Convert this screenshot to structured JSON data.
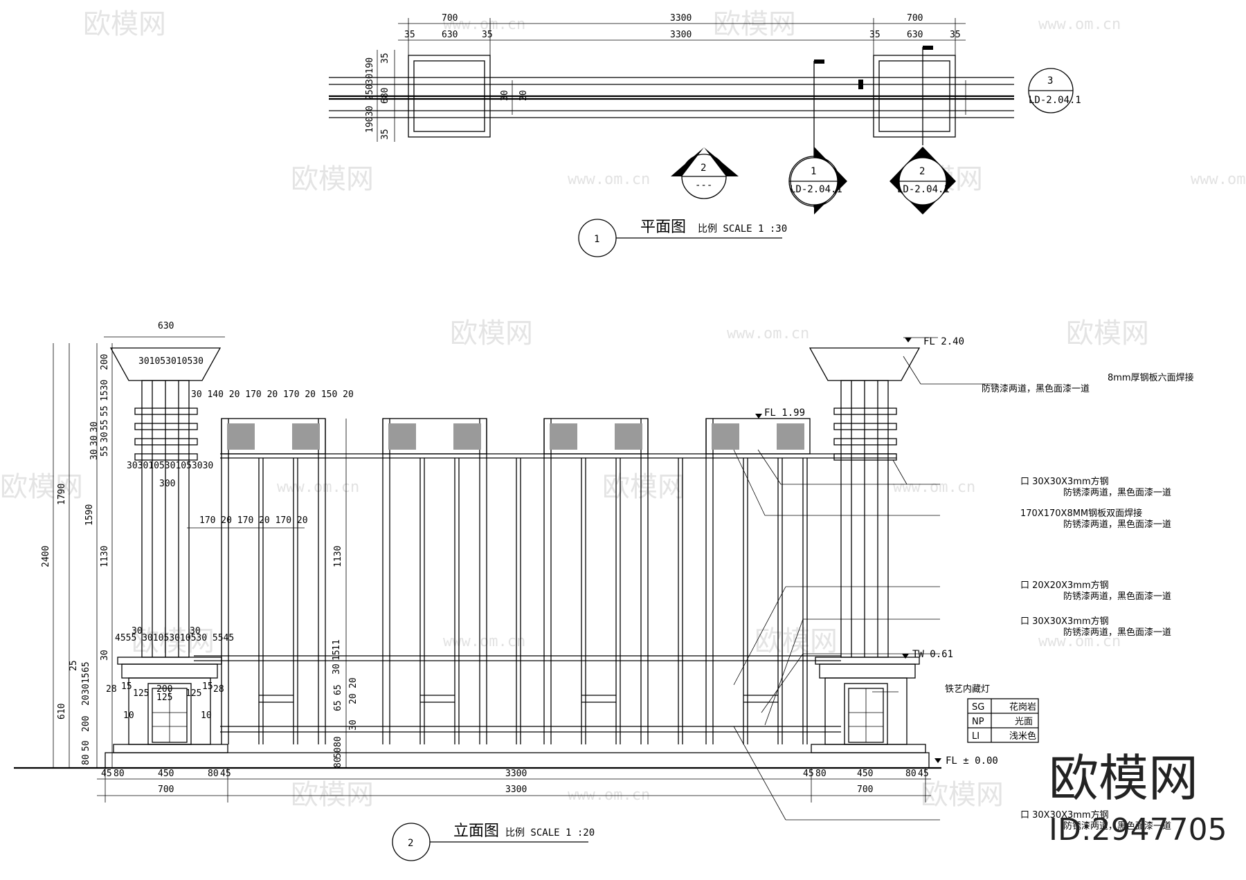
{
  "plan": {
    "title": "平面图",
    "scale": "比例 SCALE 1 :30",
    "number": "1",
    "top_dims": [
      "700",
      "3300",
      "700"
    ],
    "second_dims": [
      "35",
      "630",
      "35",
      "3300",
      "35",
      "630",
      "35"
    ],
    "left_dims": [
      "35",
      "30190",
      "250",
      "680",
      "19030",
      "35"
    ],
    "inner_dims": [
      "30",
      "20"
    ],
    "markers": [
      {
        "num": "3",
        "ref": "LD-2.04.1"
      },
      {
        "num": "2",
        "ref": "---"
      },
      {
        "num": "1",
        "ref": "LD-2.04.1"
      },
      {
        "num": "2",
        "ref": "LD-2.04.1"
      }
    ]
  },
  "elevation": {
    "title": "立面图",
    "scale": "比例 SCALE 1 :20",
    "number": "2",
    "top_dim": "630",
    "cap_dims": "301053010530",
    "top_rail_dims": "30 140 20 170 20 170 20 150 20",
    "left_stack": [
      "200",
      "1530",
      "55",
      "55",
      "30",
      "30",
      "30",
      "55",
      "30"
    ],
    "band_dims": "3030105301053030",
    "inner_width": "300",
    "mid_dims": "170 20 170 20 170 20",
    "vertical_big": [
      "2400",
      "1790",
      "1590",
      "1130",
      "610"
    ],
    "inner_height": "1130",
    "base_left_dims": [
      "30",
      "4555 301053010530 5545",
      "30"
    ],
    "base_left_small": [
      "30",
      "25",
      "65",
      "15",
      "30",
      "20",
      "200",
      "50",
      "80"
    ],
    "base_small_labels": [
      "28",
      "125",
      "15",
      "125",
      "200",
      "15",
      "125",
      "28",
      "10",
      "10"
    ],
    "center_stack": [
      "30",
      "15",
      "11",
      "65",
      "65",
      "20",
      "20",
      "30",
      "80",
      "50",
      "80"
    ],
    "bottom_dims_row1": [
      "45",
      "80",
      "450",
      "80",
      "45",
      "3300",
      "45",
      "80",
      "450",
      "80",
      "45"
    ],
    "bottom_dims_row2": [
      "700",
      "3300",
      "700"
    ],
    "levels": [
      {
        "label": "FL 2.40"
      },
      {
        "label": "FL 1.99"
      },
      {
        "label": "TW 0.61"
      },
      {
        "label": "FL ± 0.00"
      }
    ],
    "notes": [
      "8mm厚钢板六面焊接",
      "防锈漆两道，黑色面漆一道",
      "口 30X30X3mm方钢",
      "防锈漆两道，黑色面漆一道",
      "170X170X8MM钢板双面焊接",
      "防锈漆两道，黑色面漆一道",
      "口 20X20X3mm方钢",
      "防锈漆两道，黑色面漆一道",
      "口 30X30X3mm方钢",
      "防锈漆两道，黑色面漆一道",
      "铁艺内藏灯",
      "口 30X30X3mm方钢",
      "防锈漆两道，黑色面漆一道"
    ],
    "legend": [
      {
        "code": "SG",
        "name": "花岗岩"
      },
      {
        "code": "NP",
        "name": "光面"
      },
      {
        "code": "LI",
        "name": "浅米色"
      }
    ]
  },
  "watermark": {
    "text": "欧模网",
    "url": "www.om.cn"
  },
  "brand": {
    "name": "欧模网",
    "id": "ID:2947705"
  }
}
